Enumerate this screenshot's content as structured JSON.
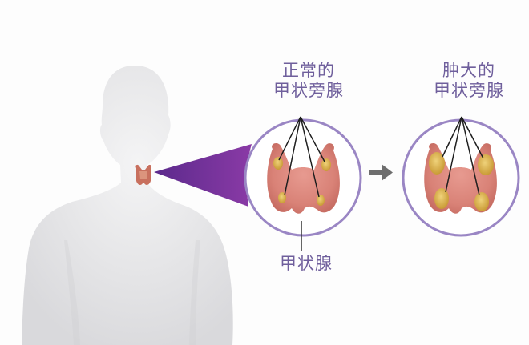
{
  "diagram": {
    "labels": {
      "normal_line1": "正常的",
      "normal_line2": "甲状旁腺",
      "enlarged_line1": "肿大的",
      "enlarged_line2": "甲状旁腺",
      "thyroid": "甲状腺"
    },
    "colors": {
      "label_text": "#6f5f9c",
      "circle_stroke": "#9a86c4",
      "callout_wedge": "#6a2f96",
      "silhouette": "#e2e2e4",
      "arrow": "#6e6e6e",
      "thyroid_tissue": "#d98a7a",
      "parathyroid_normal": "#d9b45a",
      "parathyroid_enlarged": "#dcb140"
    },
    "icons": {
      "arrow": "right-arrow-icon"
    }
  }
}
